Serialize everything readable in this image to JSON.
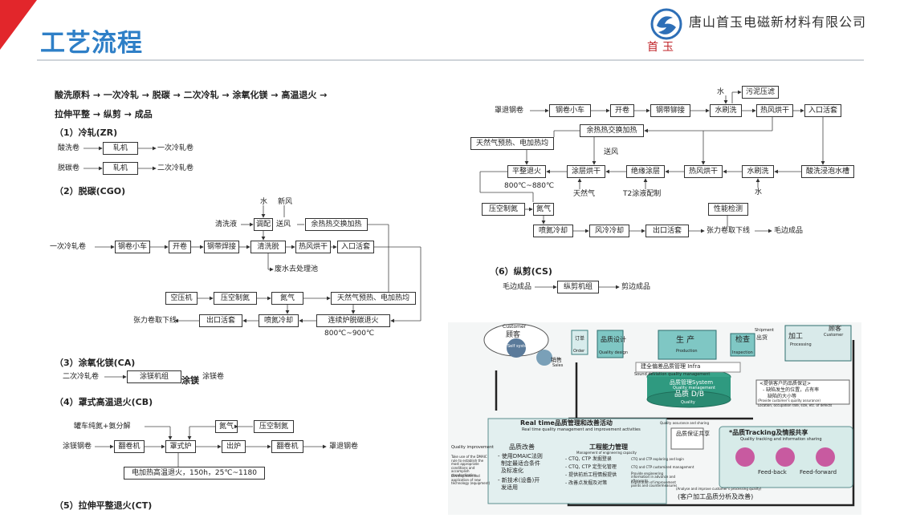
{
  "header": {
    "title": "工艺流程",
    "company": "唐山首玉电磁新材料有限公司",
    "logo_text": "首玉"
  },
  "left": {
    "route_line1": "酸洗原料 → 一次冷轧 → 脱碳 → 二次冷轧 → 涂氧化镁 → 高温退火 →",
    "route_line2": "拉伸平整 → 纵剪 → 成品",
    "zr": {
      "heading": "（1）冷轧(ZR)",
      "in1": "酸洗卷",
      "box1": "轧机",
      "out1": "一次冷轧卷",
      "in2": "脱碳卷",
      "box2": "轧机",
      "out2": "二次冷轧卷"
    },
    "cgo": {
      "heading": "（2）脱碳(CGO)",
      "water": "水",
      "fresh_air": "新风",
      "cleaning_liquid": "清洗液",
      "mix": "调配",
      "send_air": "送风",
      "waste_heat": "余热热交换加热",
      "input": "一次冷轧卷",
      "coil_car": "钢卷小车",
      "uncoil": "开卷",
      "weld": "钢带焊接",
      "clean": "清洗脱",
      "hot_dry": "热风烘干",
      "entry_loop": "入口活套",
      "waste_water": "废水去处理池",
      "air_comp": "空压机",
      "psa_n2": "压空制氮",
      "nitrogen": "氮气",
      "gas_heat": "天然气预热、电加热均",
      "tension_out": "张力卷取下线",
      "exit_loop": "出口活套",
      "spray_cool": "喷氮冷却",
      "furnace": "连续炉脱碳退火",
      "temp": "800℃~900℃"
    },
    "ca": {
      "heading": "（3）涂氧化镁(CA)",
      "input": "二次冷轧卷",
      "box": "涂镁机组",
      "overlap": "涂镁",
      "output": "涂镁卷"
    },
    "cb": {
      "heading": "（4）罩式高温退火(CB)",
      "gas": "罐车纯氮+氨分解",
      "nitrogen": "氮气",
      "psa_n2": "压空制氮",
      "input": "涂镁钢卷",
      "flip1": "翻卷机",
      "furnace": "罩式炉",
      "discharge": "出炉",
      "flip2": "翻卷机",
      "output": "罩退钢卷",
      "heat_note": "电加热高温退火，150h，25℃~1180"
    },
    "ct_heading": "（5）拉伸平整退火(CT)"
  },
  "right": {
    "ct": {
      "water": "水",
      "sludge": "污泥压滤",
      "input": "罩退钢卷",
      "coil_car": "钢卷小车",
      "uncoil": "开卷",
      "weld": "钢带铆接",
      "brush1": "水刷洗",
      "hot_dry1": "热风烘干",
      "entry_loop": "入口活套",
      "waste_heat": "余热热交换加热",
      "gas_heat": "天然气预热、电加热均",
      "send_air": "送风",
      "flat_anneal": "平整退火",
      "coat_dry": "涂层烘干",
      "insul_coat": "绝缘涂层",
      "hot_dry2": "热风烘干",
      "brush2": "水刷洗",
      "acid_tank": "酸洗浸泡水槽",
      "temp": "800℃~880℃",
      "natural_gas": "天然气",
      "t2": "T2涂液配制",
      "water2": "水",
      "psa_n2": "压空制氮",
      "nitrogen": "氮气",
      "perf_test": "性能检测",
      "spray_cool": "喷氮冷却",
      "air_cool": "风冷冷却",
      "exit_loop": "出口活套",
      "tension_out": "张力卷取下线",
      "output": "毛边成品"
    },
    "cs": {
      "heading": "（6）纵剪(CS)",
      "input": "毛边成品",
      "box": "纵剪机组",
      "output": "剪边成品"
    },
    "quality": {
      "customer_top": "Customer",
      "customer_box": "顾客",
      "sales": "销售",
      "sales_en": "Sales",
      "self_system": "Self system",
      "order": "订单",
      "order_en": "Order",
      "quality_design": "品质设计",
      "quality_design_en": "Quality design",
      "production": "生 产",
      "production_en": "Production",
      "inspection": "检查",
      "inspection_en": "Inspection",
      "shipment": "Shipment",
      "shipment_cn": "出货",
      "process_customer": "加工",
      "customer2": "顾客",
      "customer2_en": "Customer",
      "processing_en": "Processing",
      "deviation": "建全偏差品质管理 Infra",
      "deviation_en": "Sound deviation quality management",
      "qms_top": "品质管理System",
      "qms_en": "Quality management",
      "db": "品质 D/B",
      "db_en": "Quality",
      "guarantee_title": "<提供客户的品质保证>",
      "guarantee_line1": "- 缺陷发生的位置，占有率",
      "guarantee_line2": "缺陷的大小等",
      "guarantee_en": "(Provide customer's quality assurance)",
      "guarantee_en2": "Location, occupation rate, size, etc. of defects",
      "realtime_title": "Real time品质管理和改善活动",
      "realtime_en": "Real time quality management and improvement activities",
      "qi_label": "品质改善",
      "qi_en": "Quality improvement",
      "qi_line1": "- 使用DMAIC法则",
      "qi_line2": "制定最适合条件",
      "qi_line3": "及标准化",
      "qi_line4": "- 新技术(设备)开",
      "qi_line5": "发适用",
      "qi_side1": "Take use of the DMAIC rule to establish the most appropriate conditions and accomplish standardization",
      "qi_side2": "Development and application of new technology (equipment)",
      "cap_title": "工程能力管理",
      "cap_en": "Management of engineering capacity",
      "cap_line1": "- CTQ, CTP 发掘登录",
      "cap_line1_en": "CTQ and CTP exploring and login",
      "cap_line2": "- CTQ, CTP 定型化管理",
      "cap_line2_en": "CTQ and CTP customized management",
      "cap_line3": "- 提供前后工程情报提供",
      "cap_line3_en": "Provide engineering information in advance and afterwards",
      "cap_line4": "- 改善点发掘及对策",
      "cap_line4_en": "Exploration of improvement points and countermeasures",
      "share": "品质保证共享",
      "share_en": "Quality assurance and sharing",
      "tracking": "*品质Tracking及情报共享",
      "tracking_en": "Quality tracking and information sharing",
      "feedback": "Feed-back",
      "feedforward": "Feed-forward",
      "bottom_en": "(Analyse and improve customer's processing quality)",
      "bottom": "(客户加工品质分析及改善)"
    }
  }
}
